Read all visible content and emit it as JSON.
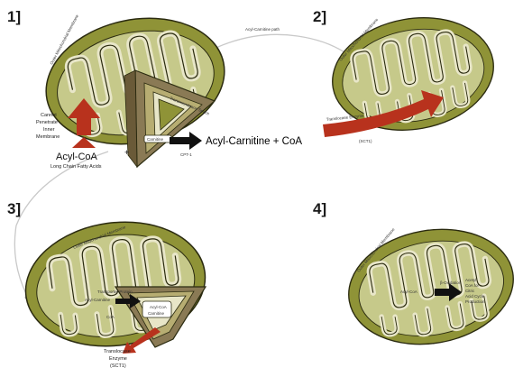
{
  "colors": {
    "outer": "#8f9337",
    "inner": "#c6c98a",
    "crista": "#e8e6c8",
    "outline": "#2b2b10",
    "red_arrow": "#b8321d",
    "black_arrow": "#111111",
    "path_line": "#c9c9c9",
    "slice_face": "#8a7a55"
  },
  "steps": {
    "s1": "1]",
    "s2": "2]",
    "s3": "3]",
    "s4": "4]"
  },
  "panel1": {
    "outer_membrane_label": "Outer Mitochondrial Membrane",
    "cannot_penetrate": [
      "Cannot",
      "Penetrate",
      "Inner",
      "Membrane"
    ],
    "acyl_coa": "Acyl-CoA",
    "acyl_coa_sub": "Long Chain Fatty Acids",
    "plus": "+",
    "carnitine_box": "Carnitine",
    "cpt1": "CPT-1",
    "product": "Acyl-Carnitine + CoA",
    "slice_text": "Transmembrane Space",
    "travel_label": "Acyl-Carnitine path"
  },
  "panel2": {
    "outer_membrane_label": "Outer Mitochondrial Membrane",
    "arrow_label": "Translocase Enzyme",
    "arrow_sub": "(SCT1)"
  },
  "panel3": {
    "outer_membrane_label": "Outer Mitochondrial Membrane",
    "inner_label": "Transporter Protein",
    "acyl_carnitine": "Acyl-Carnitine",
    "coa": "CoA",
    "box": "Acyl-CoA",
    "box_sub": "Carnitine",
    "translocase": [
      "Translocase",
      "Enzyme",
      "(SCT1)"
    ],
    "path_label": "Carnitine"
  },
  "panel4": {
    "outer_membrane_label": "Outer Mitochondrial Membrane",
    "left": "Acyl-CoA",
    "mid": "β-Oxidation",
    "right": [
      "Acetyl",
      "CoA for",
      "Citric",
      "Acid Cycle",
      "Production"
    ]
  }
}
